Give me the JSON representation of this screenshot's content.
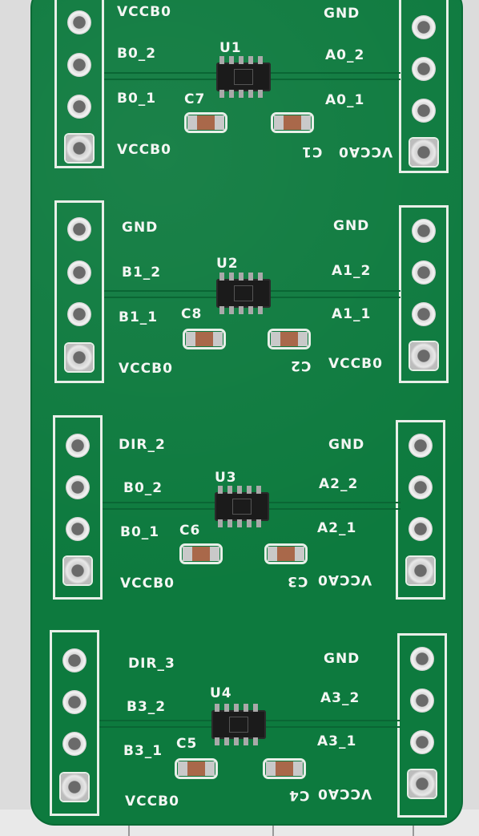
{
  "board": {
    "colors": {
      "pcb": "#0d7a3e",
      "silkscreen": "#f3f6f3",
      "chip": "#1b1b1b",
      "cap_body": "#a9684a"
    },
    "sections": [
      {
        "chip": "U1",
        "left_labels": [
          "VCCB0",
          "B0_2",
          "B0_1",
          "VCCB0"
        ],
        "right_labels": [
          "GND",
          "A0_2",
          "A0_1",
          "VCCA0"
        ],
        "cap_left": "C7",
        "cap_right": "C1"
      },
      {
        "chip": "U2",
        "left_labels": [
          "GND",
          "B1_2",
          "B1_1",
          "VCCB0"
        ],
        "right_labels": [
          "GND",
          "A1_2",
          "A1_1",
          "VCCB0"
        ],
        "cap_left": "C8",
        "cap_right": "C2"
      },
      {
        "chip": "U3",
        "left_labels": [
          "DIR_2",
          "B0_2",
          "B0_1",
          "VCCB0"
        ],
        "right_labels": [
          "GND",
          "A2_2",
          "A2_1",
          "VCCA0"
        ],
        "cap_left": "C6",
        "cap_right": "C3"
      },
      {
        "chip": "U4",
        "left_labels": [
          "DIR_3",
          "B3_2",
          "B3_1",
          "VCCB0"
        ],
        "right_labels": [
          "GND",
          "A3_2",
          "A3_1",
          "VCCA0"
        ],
        "cap_left": "C5",
        "cap_right": "C4"
      }
    ]
  }
}
